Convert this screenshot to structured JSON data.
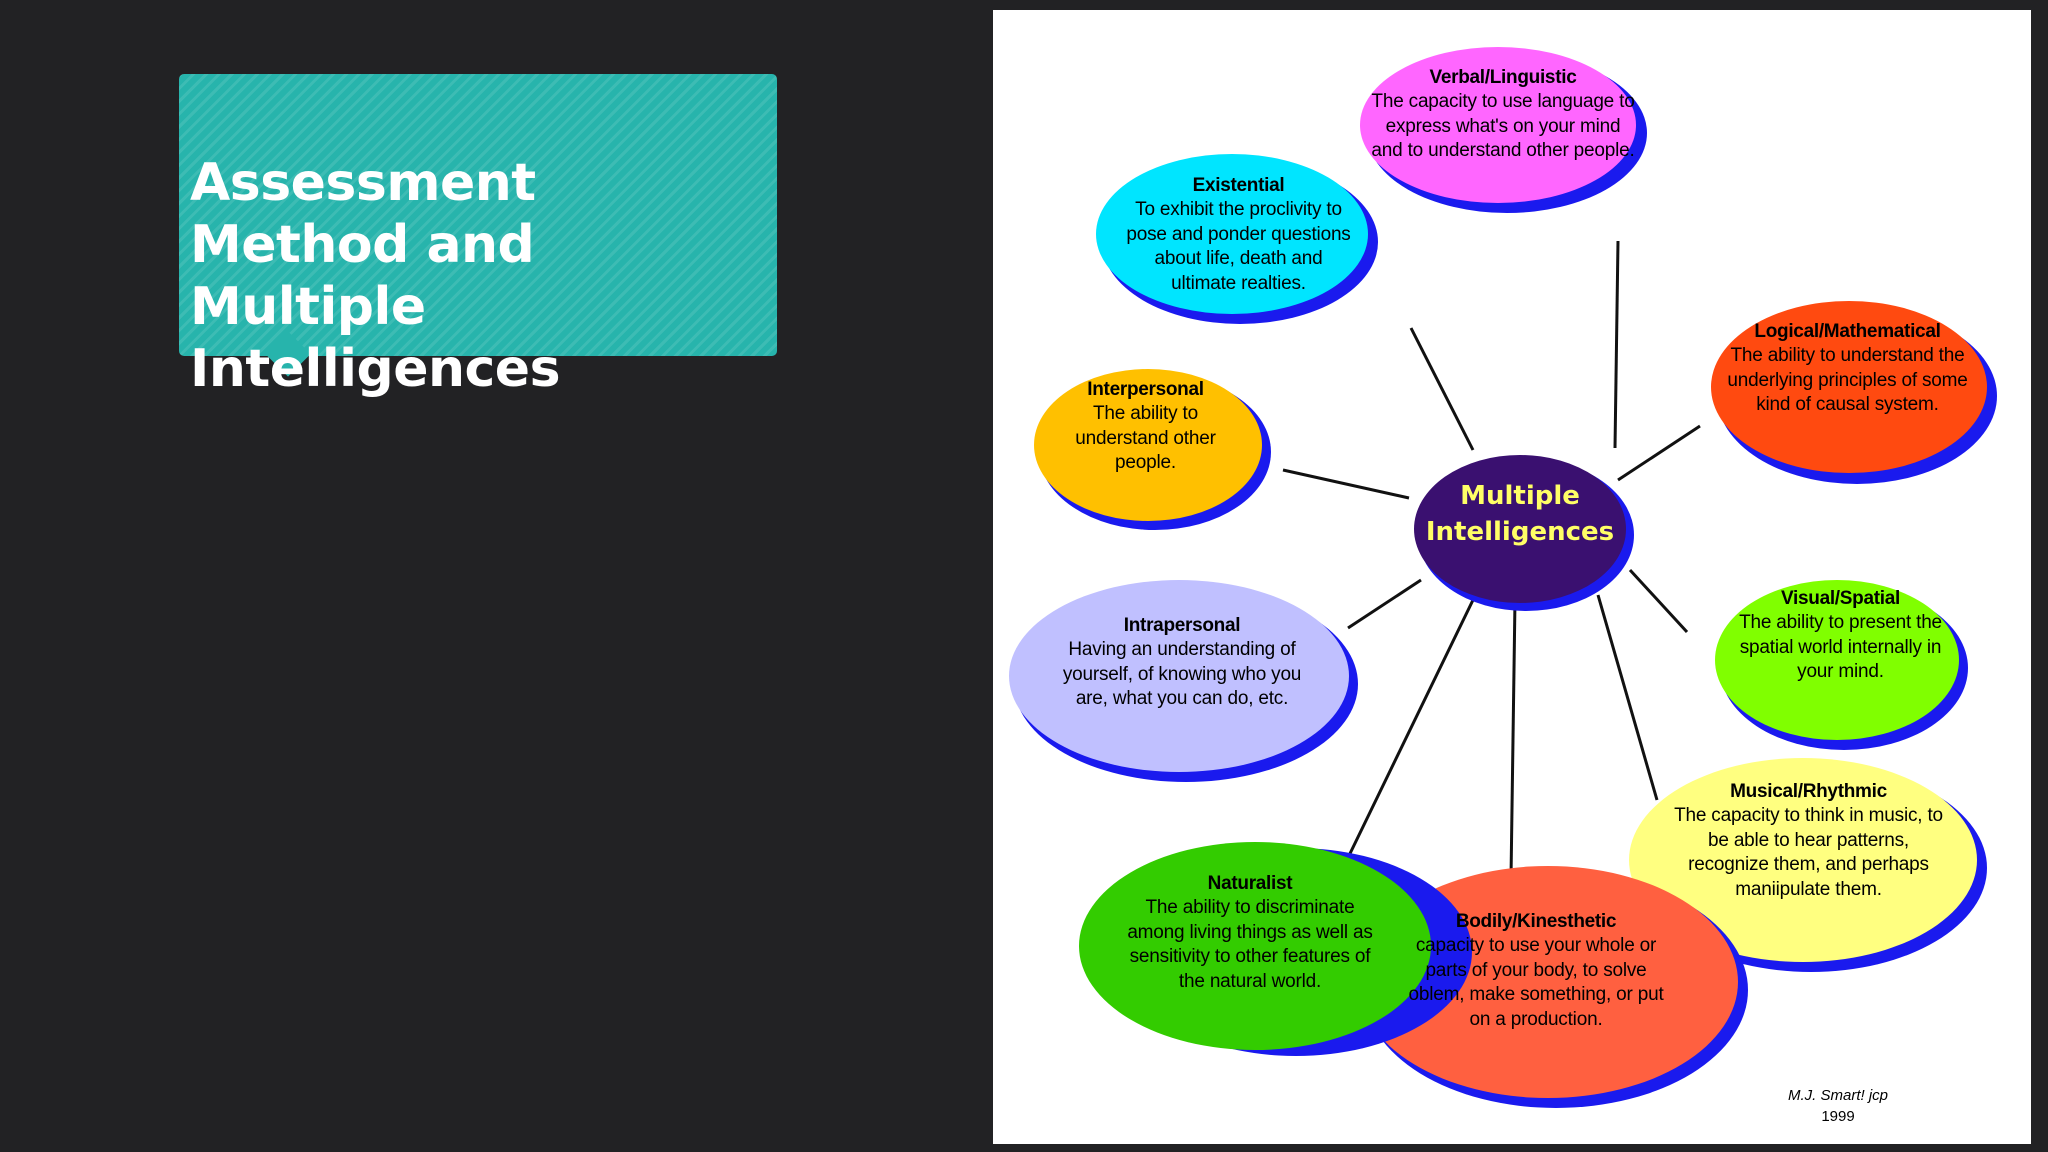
{
  "slide": {
    "title": "Assessment Method and Multiple Intelligences",
    "accent_color": "#27b4ac",
    "background_color": "#222224"
  },
  "diagram": {
    "center": {
      "text": "Multiple Intelligences",
      "color": "#3a1070",
      "text_color": "#ffff66"
    },
    "intelligences": [
      {
        "id": "verbal",
        "name": "Verbal/Linguistic",
        "description": "The capacity to use language to express what's on your mind and to understand other people.",
        "color": "#ff66ff"
      },
      {
        "id": "existential",
        "name": "Existential",
        "description": "To exhibit the proclivity to pose and ponder questions about life, death and ultimate realties.",
        "color": "#00e5ff"
      },
      {
        "id": "logical",
        "name": "Logical/Mathematical",
        "description": "The ability to understand the underlying principles of some kind of causal system.",
        "color": "#ff4a10"
      },
      {
        "id": "interpersonal",
        "name": "Interpersonal",
        "description": "The ability to understand other people.",
        "color": "#ffc000"
      },
      {
        "id": "intrapersonal",
        "name": "Intrapersonal",
        "description": "Having an understanding of yourself, of knowing who you are, what you can do, etc.",
        "color": "#c0c0ff"
      },
      {
        "id": "visual",
        "name": "Visual/Spatial",
        "description": "The ability to present the spatial world internally in your mind.",
        "color": "#80ff00"
      },
      {
        "id": "musical",
        "name": "Musical/Rhythmic",
        "description": "The capacity to think in music, to be able to hear patterns, recognize them, and perhaps maniipulate them.",
        "color": "#ffff80"
      },
      {
        "id": "bodily",
        "name": "Bodily/Kinesthetic",
        "description": "capacity to use your whole or parts of your body, to solve oblem, make something, or put on a production.",
        "color": "#ff6040"
      },
      {
        "id": "naturalist",
        "name": "Naturalist",
        "description": "The ability to discriminate among living things as well as sensitivity to other features of the natural world.",
        "color": "#33cc00"
      }
    ],
    "credit": {
      "author": "M.J. Smart! jcp",
      "year": "1999"
    }
  }
}
